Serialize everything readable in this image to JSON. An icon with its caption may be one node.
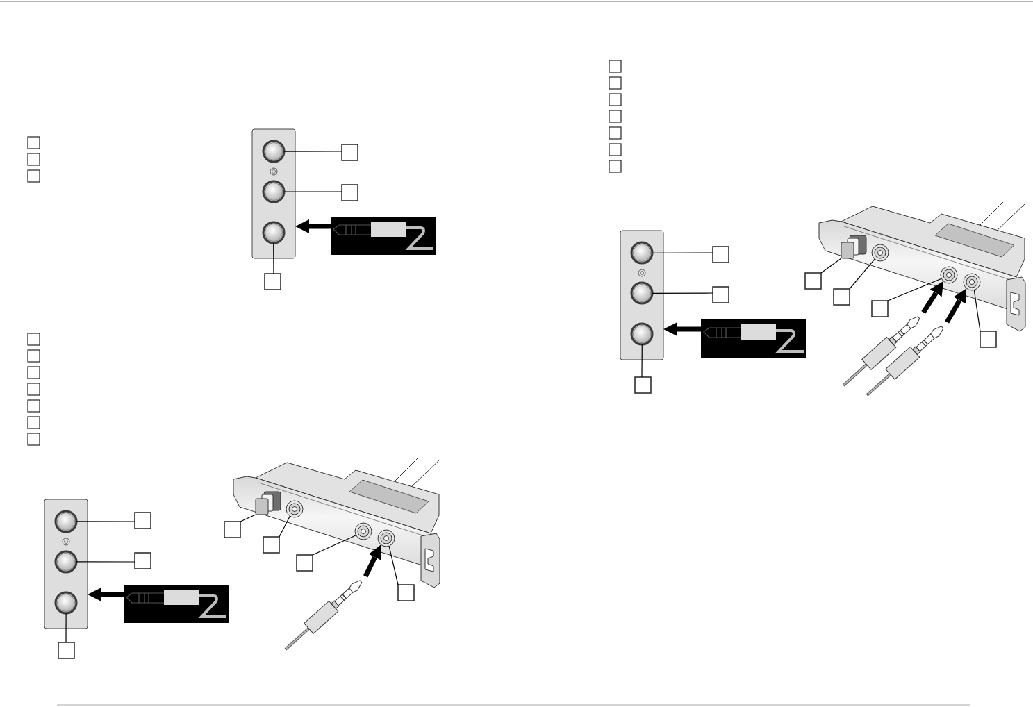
{
  "diagram": {
    "nodes": [
      {
        "text": [],
        "shape": "box"
      },
      {
        "text": [],
        "shape": "box"
      },
      {
        "text": [],
        "shape": "box"
      },
      {
        "text": [],
        "shape": "picture"
      },
      {
        "text": [],
        "shape": "circle",
        "in": 3
      },
      {
        "text": [],
        "shape": "circle",
        "in": 3
      },
      {
        "text": [],
        "shape": "circle",
        "in": 3
      },
      {
        "text": [],
        "shape": "box"
      },
      {
        "text": [],
        "shape": "box"
      },
      {
        "text": [],
        "shape": "box"
      },
      {
        "text": [],
        "shape": "picture"
      },
      {
        "text": [],
        "shape": "box"
      },
      {
        "text": [],
        "shape": "box"
      },
      {
        "text": [],
        "shape": "box"
      },
      {
        "text": [],
        "shape": "box"
      },
      {
        "text": [],
        "shape": "box"
      },
      {
        "text": [],
        "shape": "box"
      },
      {
        "text": [],
        "shape": "box"
      },
      {
        "text": [],
        "shape": "picture"
      },
      {
        "text": [],
        "shape": "circle",
        "in": 18
      },
      {
        "text": [],
        "shape": "circle",
        "in": 18
      },
      {
        "text": [],
        "shape": "circle",
        "in": 18
      },
      {
        "text": [],
        "shape": "box"
      },
      {
        "text": [],
        "shape": "box"
      },
      {
        "text": [],
        "shape": "box"
      },
      {
        "text": [],
        "shape": "picture"
      },
      {
        "text": [],
        "shape": "picture"
      },
      {
        "text": [],
        "shape": "box",
        "in": 26
      },
      {
        "text": [],
        "shape": "circle",
        "in": 26
      },
      {
        "text": [],
        "shape": "circle",
        "in": 26
      },
      {
        "text": [],
        "shape": "circle",
        "in": 26
      },
      {
        "text": [],
        "shape": "box"
      },
      {
        "text": [],
        "shape": "box"
      },
      {
        "text": [],
        "shape": "box"
      },
      {
        "text": [],
        "shape": "box"
      },
      {
        "text": [],
        "shape": "picture"
      },
      {
        "text": [],
        "shape": "box"
      },
      {
        "text": [],
        "shape": "box"
      },
      {
        "text": [],
        "shape": "box"
      },
      {
        "text": [],
        "shape": "box"
      },
      {
        "text": [],
        "shape": "box"
      },
      {
        "text": [],
        "shape": "box"
      },
      {
        "text": [],
        "shape": "box"
      },
      {
        "text": [],
        "shape": "picture"
      },
      {
        "text": [],
        "shape": "circle",
        "in": 43
      },
      {
        "text": [],
        "shape": "circle",
        "in": 43
      },
      {
        "text": [],
        "shape": "circle",
        "in": 43
      },
      {
        "text": [],
        "shape": "box"
      },
      {
        "text": [],
        "shape": "box"
      },
      {
        "text": [],
        "shape": "box"
      },
      {
        "text": [],
        "shape": "picture"
      },
      {
        "text": [],
        "shape": "picture"
      },
      {
        "text": [],
        "shape": "box",
        "in": 51
      },
      {
        "text": [],
        "shape": "circle",
        "in": 51
      },
      {
        "text": [],
        "shape": "circle",
        "in": 51
      },
      {
        "text": [],
        "shape": "circle",
        "in": 51
      },
      {
        "text": [],
        "shape": "box"
      },
      {
        "text": [],
        "shape": "box"
      },
      {
        "text": [],
        "shape": "box"
      },
      {
        "text": [],
        "shape": "box"
      },
      {
        "text": [],
        "shape": "picture"
      },
      {
        "text": [],
        "shape": "picture"
      }
    ],
    "edges": [
      {
        "from": 7,
        "to": 4,
        "arrow": "none"
      },
      {
        "from": 8,
        "to": 5,
        "arrow": "none"
      },
      {
        "from": 9,
        "to": 6,
        "arrow": "none"
      },
      {
        "from": 10,
        "to": 3,
        "arrow": "to",
        "style": "thick"
      },
      {
        "from": 22,
        "to": 19,
        "arrow": "none"
      },
      {
        "from": 23,
        "to": 20,
        "arrow": "none"
      },
      {
        "from": 24,
        "to": 21,
        "arrow": "none"
      },
      {
        "from": 25,
        "to": 18,
        "arrow": "to",
        "style": "thick"
      },
      {
        "from": 31,
        "to": 27,
        "arrow": "none"
      },
      {
        "from": 32,
        "to": 28,
        "arrow": "none"
      },
      {
        "from": 33,
        "to": 29,
        "arrow": "none"
      },
      {
        "from": 34,
        "to": 30,
        "arrow": "none"
      },
      {
        "from": 35,
        "to": 30,
        "arrow": "to",
        "style": "thick"
      },
      {
        "from": 47,
        "to": 44,
        "arrow": "none"
      },
      {
        "from": 48,
        "to": 45,
        "arrow": "none"
      },
      {
        "from": 49,
        "to": 46,
        "arrow": "none"
      },
      {
        "from": 50,
        "to": 43,
        "arrow": "to",
        "style": "thick"
      },
      {
        "from": 56,
        "to": 52,
        "arrow": "none"
      },
      {
        "from": 57,
        "to": 53,
        "arrow": "none"
      },
      {
        "from": 58,
        "to": 54,
        "arrow": "none"
      },
      {
        "from": 59,
        "to": 55,
        "arrow": "none"
      },
      {
        "from": 60,
        "to": 54,
        "arrow": "to",
        "style": "thick"
      },
      {
        "from": 61,
        "to": 55,
        "arrow": "to",
        "style": "thick"
      }
    ]
  }
}
